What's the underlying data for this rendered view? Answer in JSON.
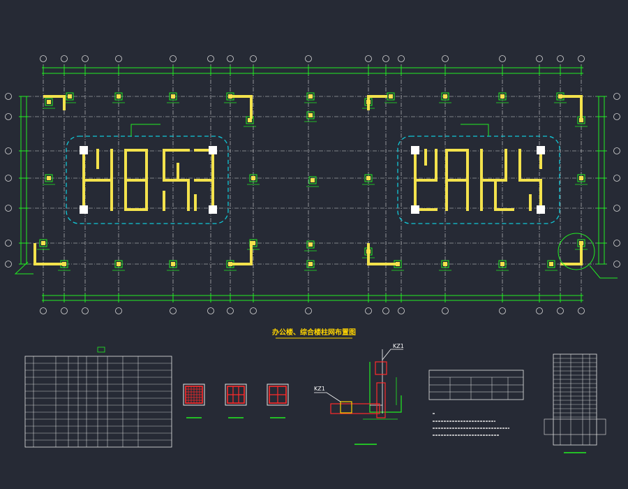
{
  "drawing": {
    "plan_title": "办公楼、综合楼柱网布置图",
    "detail_tags": [
      "KZ1",
      "KZ1"
    ],
    "colors": {
      "background": "#262a35",
      "axis_line": "#d8d8d8",
      "dimension_line": "#22ee22",
      "wall": "#f3e24c",
      "core_outline": "#11c8d8",
      "column_hatch": "#ff2a2a",
      "text": "#e8e8e8",
      "title": "#ffd400"
    }
  }
}
